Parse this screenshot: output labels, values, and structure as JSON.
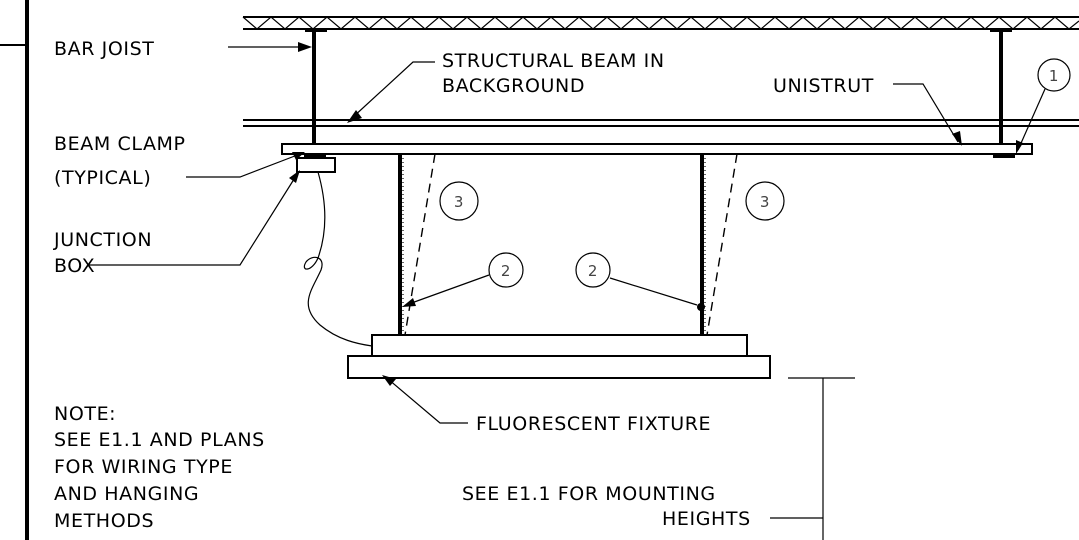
{
  "labels": {
    "bar_joist": "BAR JOIST",
    "structural_beam_1": "STRUCTURAL  BEAM  IN",
    "structural_beam_2": "BACKGROUND",
    "unistrut": "UNISTRUT",
    "beam_clamp_1": "BEAM  CLAMP",
    "beam_clamp_2": "(TYPICAL)",
    "junction_box_1": "JUNCTION",
    "junction_box_2": "BOX",
    "fluorescent_fixture": "FLUORESCENT  FIXTURE",
    "mounting_1": "SEE  E1.1  FOR  MOUNTING",
    "mounting_2": "HEIGHTS"
  },
  "note": {
    "title": "NOTE:",
    "lines": [
      "SEE  E1.1  AND  PLANS",
      "FOR  WIRING  TYPE",
      "AND  HANGING",
      "METHODS"
    ]
  },
  "callouts": [
    "1",
    "2",
    "2",
    "3",
    "3"
  ]
}
